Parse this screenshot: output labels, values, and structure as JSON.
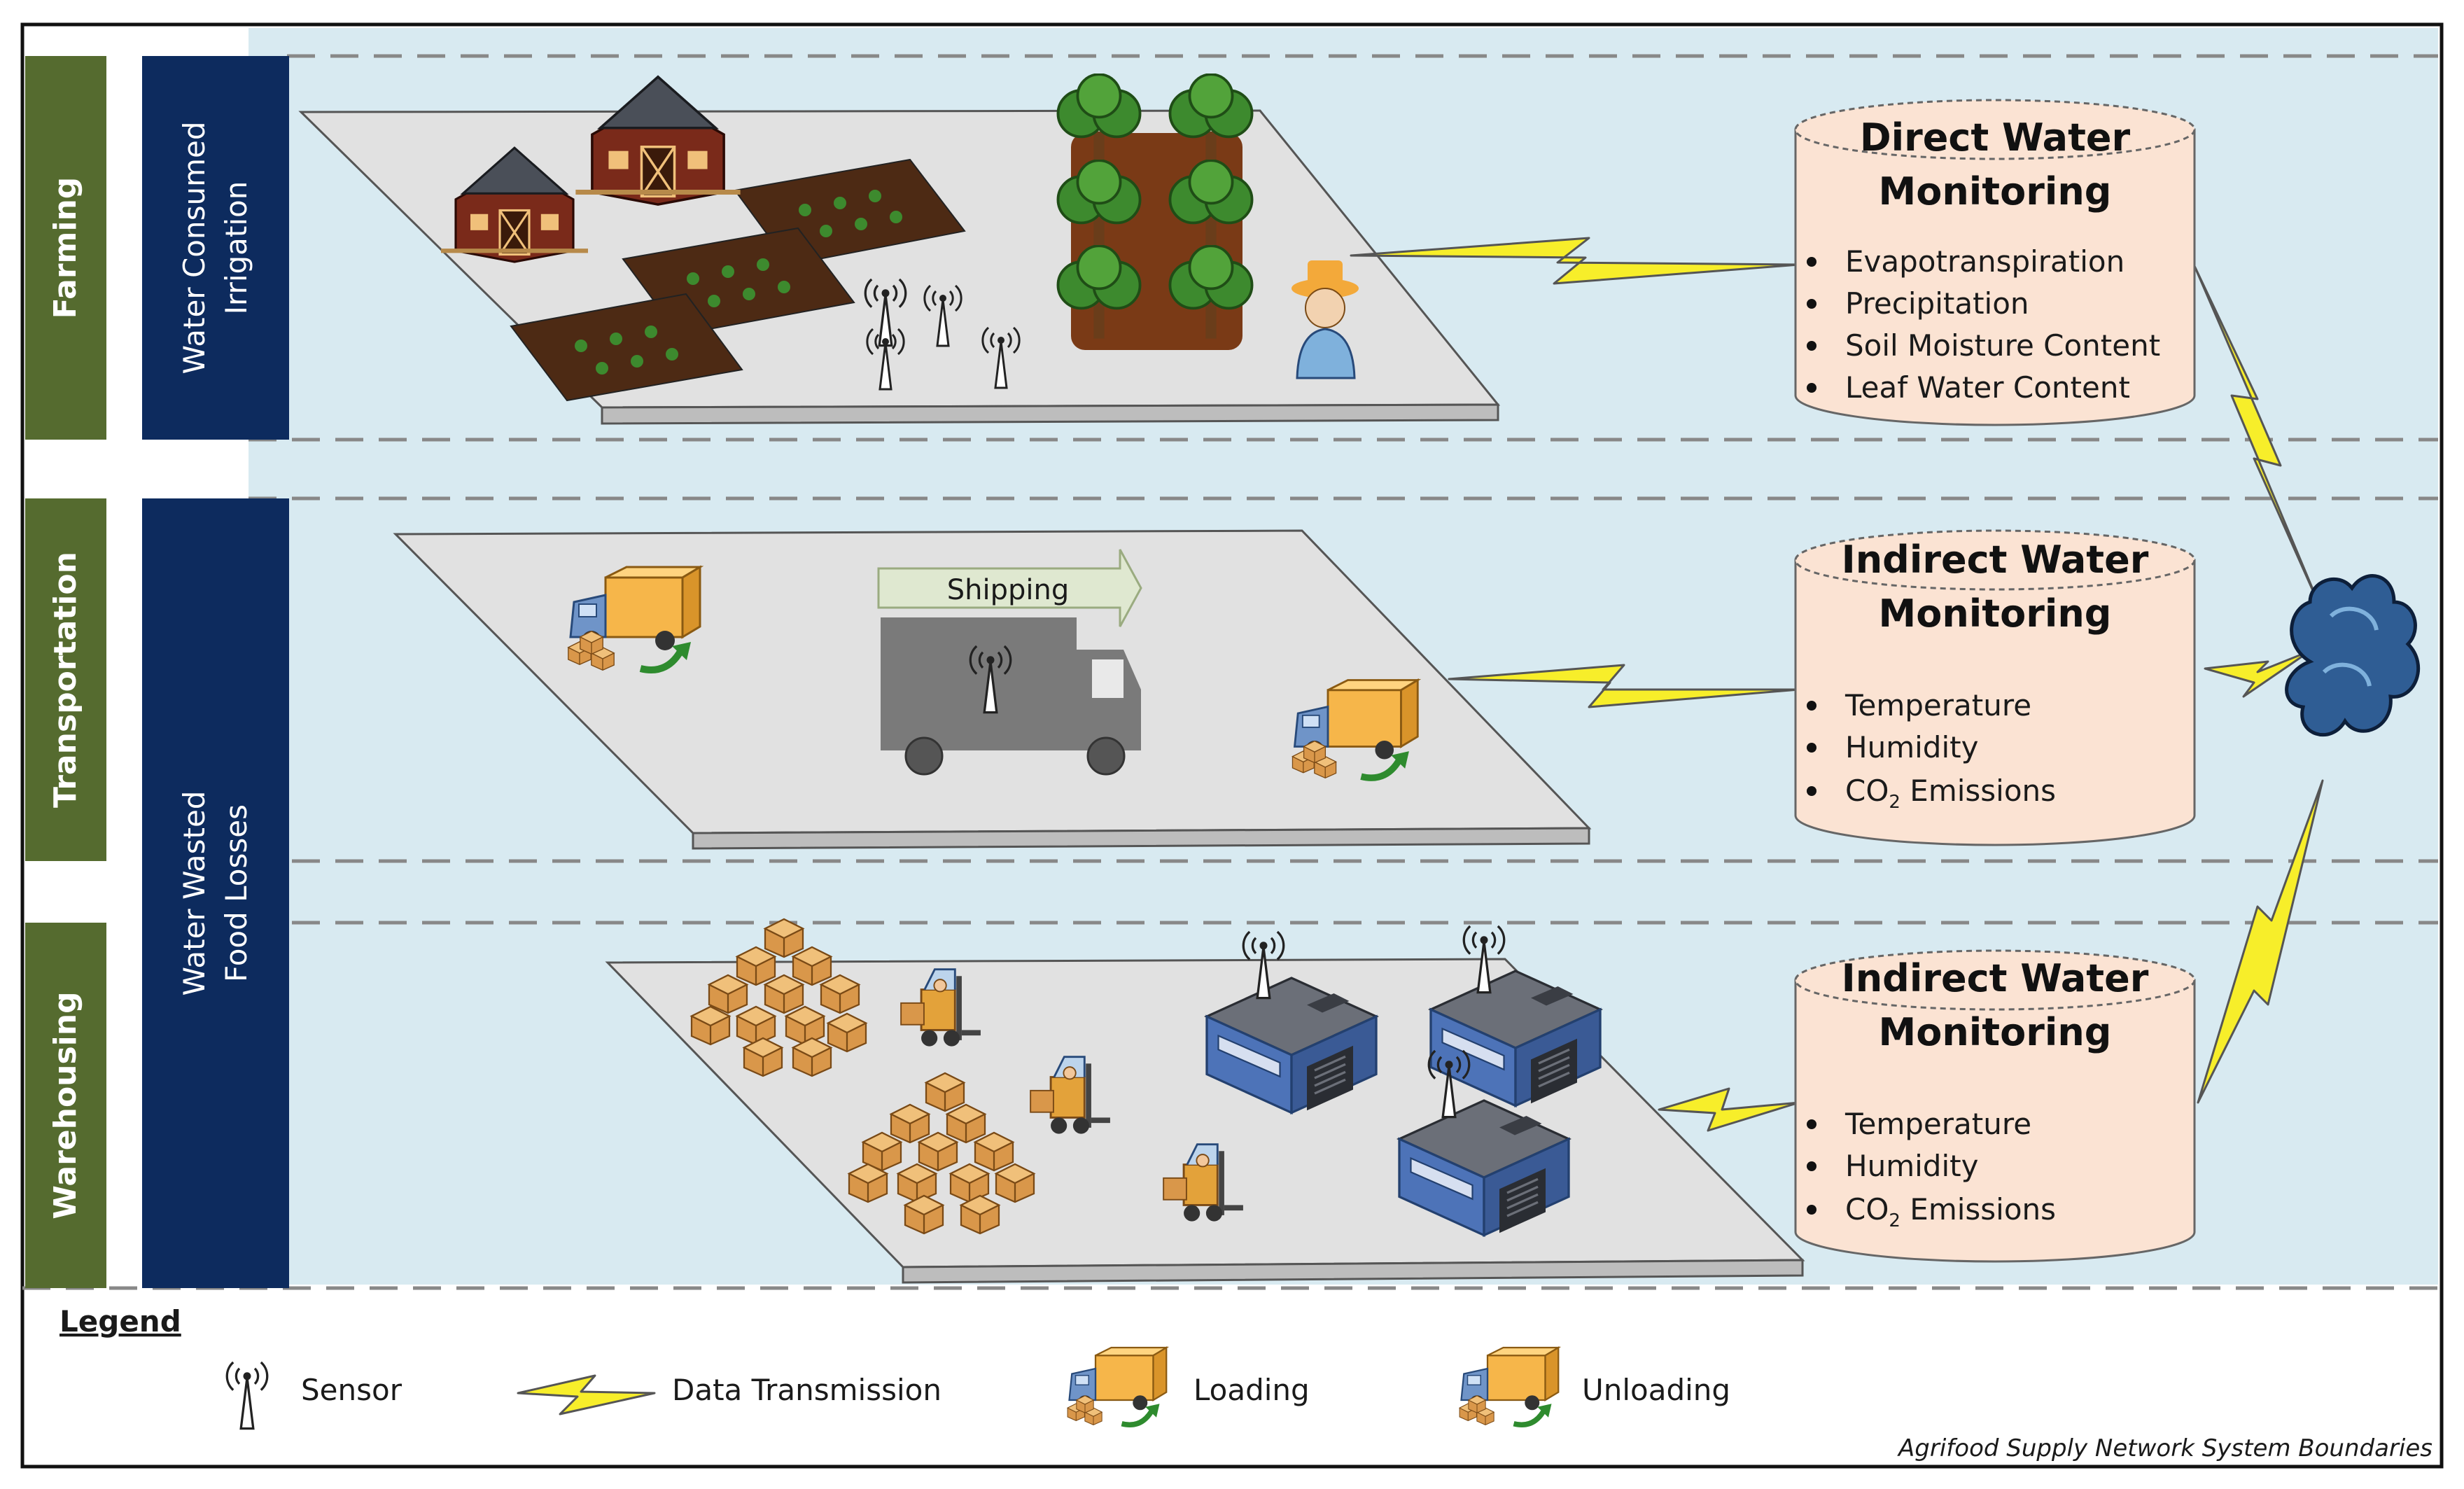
{
  "stages": {
    "farming": "Farming",
    "transportation": "Transportation",
    "warehousing": "Warehousing"
  },
  "water_labels": {
    "consumed_line1": "Water Consumed",
    "consumed_line2": "Irrigation",
    "wasted_line1": "Water Wasted",
    "wasted_line2": "Food Losses"
  },
  "shipping_label": "Shipping",
  "monitors": {
    "direct": {
      "title_line1": "Direct Water",
      "title_line2": "Monitoring",
      "items": [
        "Evapotranspiration",
        "Precipitation",
        "Soil Moisture Content",
        "Leaf Water Content"
      ]
    },
    "indirect_transport": {
      "title_line1": "Indirect Water",
      "title_line2": "Monitoring",
      "items": [
        "Temperature",
        "Humidity"
      ],
      "co2_prefix": "CO",
      "co2_sub": "2",
      "co2_suffix": " Emissions"
    },
    "indirect_warehouse": {
      "title_line1": "Indirect Water",
      "title_line2": "Monitoring",
      "items": [
        "Temperature",
        "Humidity"
      ],
      "co2_prefix": "CO",
      "co2_sub": "2",
      "co2_suffix": " Emissions"
    }
  },
  "legend": {
    "title": "Legend",
    "sensor": "Sensor",
    "data_transmission": "Data Transmission",
    "loading": "Loading",
    "unloading": "Unloading"
  },
  "footer_caption": "Agrifood Supply Network System Boundaries",
  "colors": {
    "band_green": "#556b2f",
    "navy": "#0d2b5e",
    "sky": "#d8eaf1",
    "cylinder": "#fbe3d3",
    "bolt": "#f7ee2a",
    "platform": "#e1e1e1"
  }
}
